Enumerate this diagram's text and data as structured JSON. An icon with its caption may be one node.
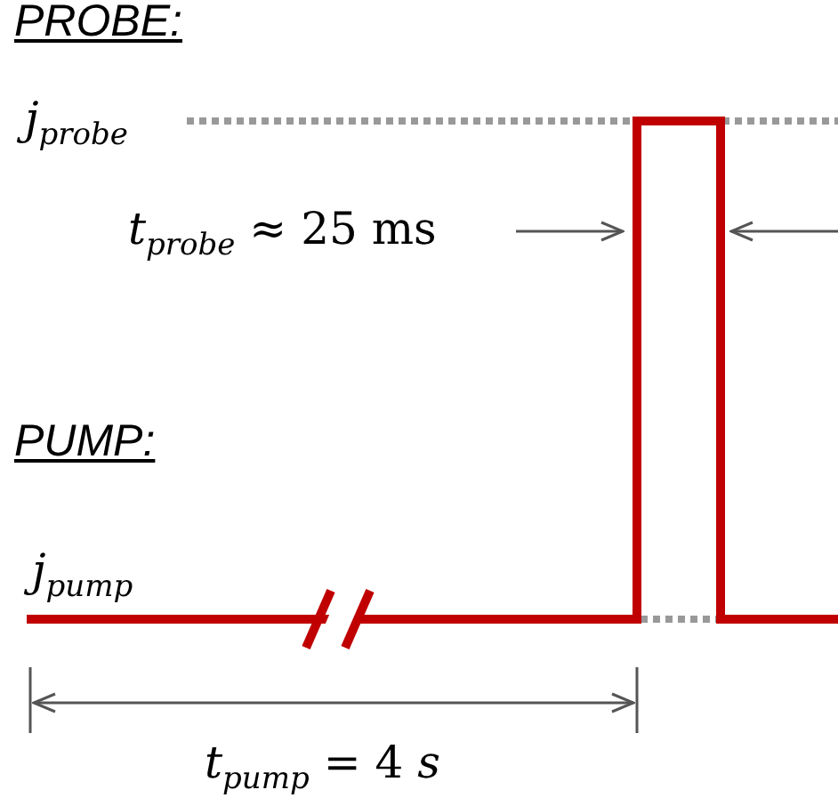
{
  "diagram": {
    "labels": [
      "PROBE:",
      "j$_{probe}$",
      "*t*$_{probe}$ ≈ 25 ms",
      "PUMP:",
      "j$_{pump}$",
      "*t*$_{pump}$ = 4 *s*"
    ]
  }
}
